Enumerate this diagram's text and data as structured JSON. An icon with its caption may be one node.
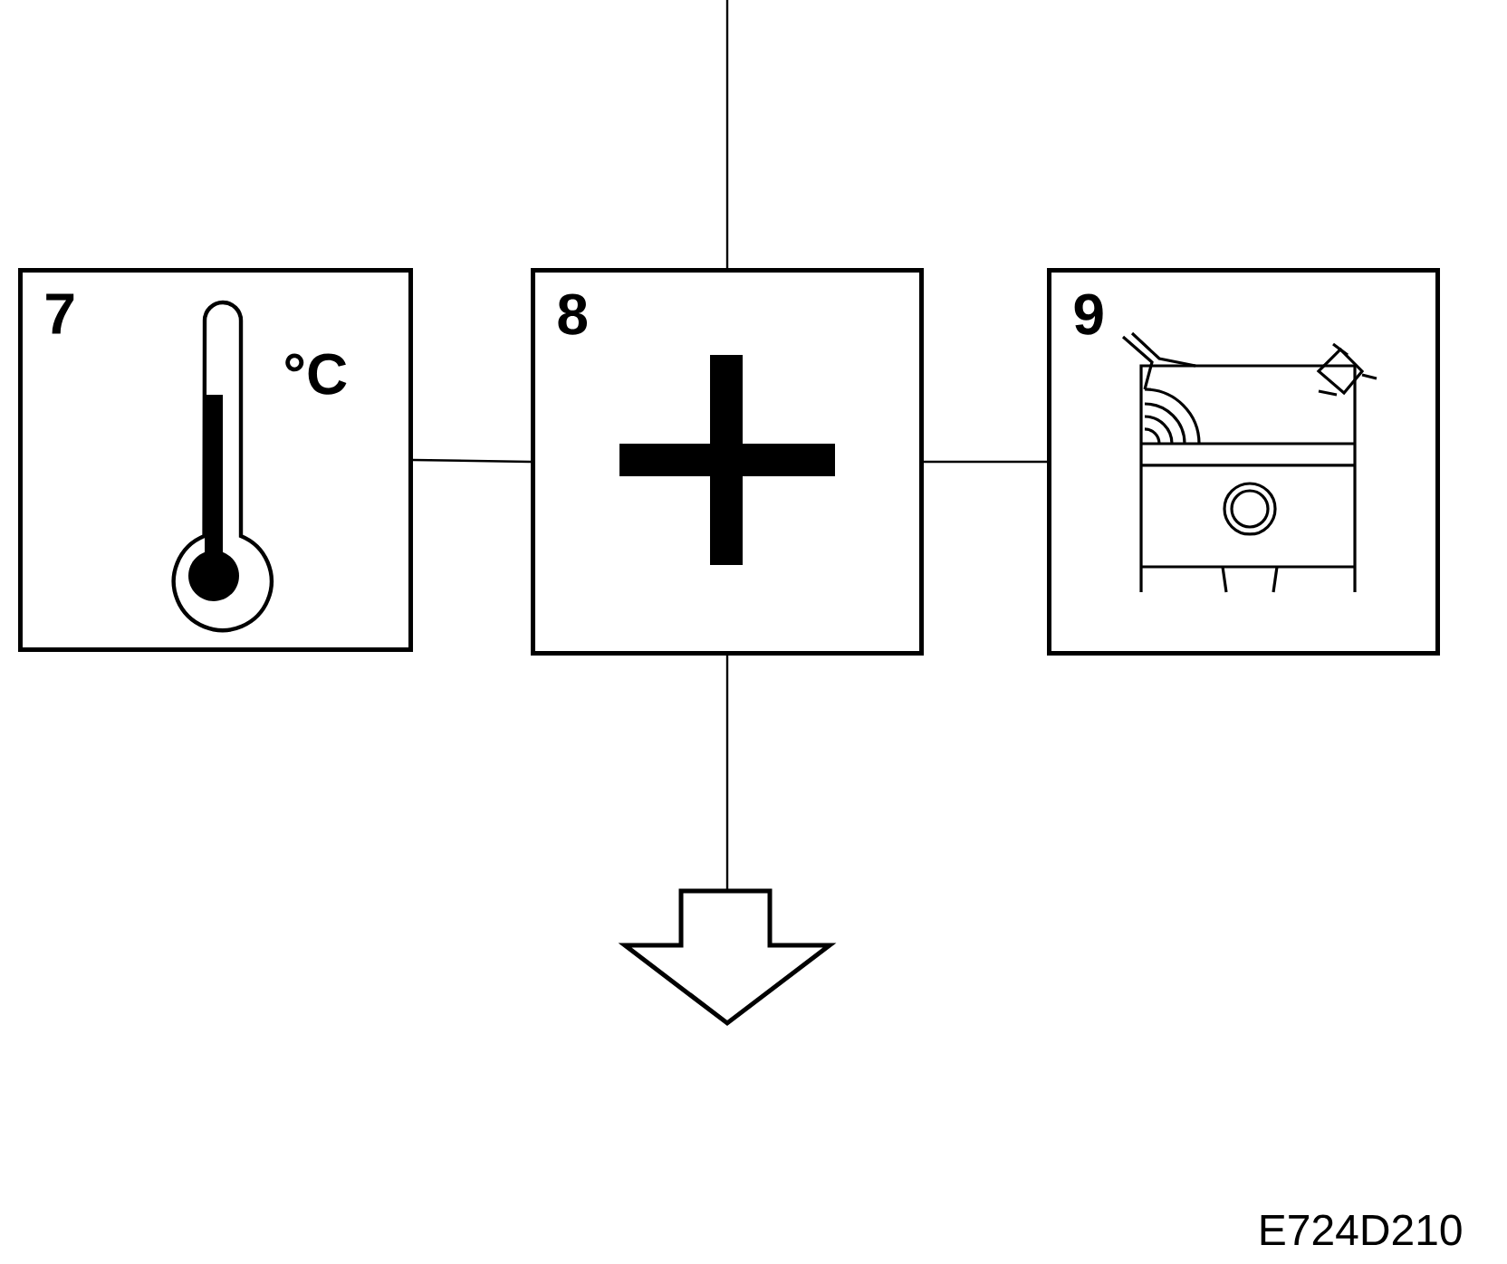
{
  "diagram": {
    "nodes": [
      {
        "text": [
          "7",
          "°C"
        ]
      },
      {
        "text": [
          "8"
        ]
      },
      {
        "text": [
          "9"
        ]
      },
      {
        "text": [],
        "shape": "arrow"
      }
    ],
    "edges": [
      {
        "from": null,
        "to": 1,
        "arrow": "none"
      },
      {
        "from": 0,
        "to": 1,
        "arrow": "none"
      },
      {
        "from": 1,
        "to": 2,
        "arrow": "none"
      },
      {
        "from": 1,
        "to": 3,
        "arrow": "none"
      }
    ],
    "labels": [
      "E724D210"
    ]
  }
}
